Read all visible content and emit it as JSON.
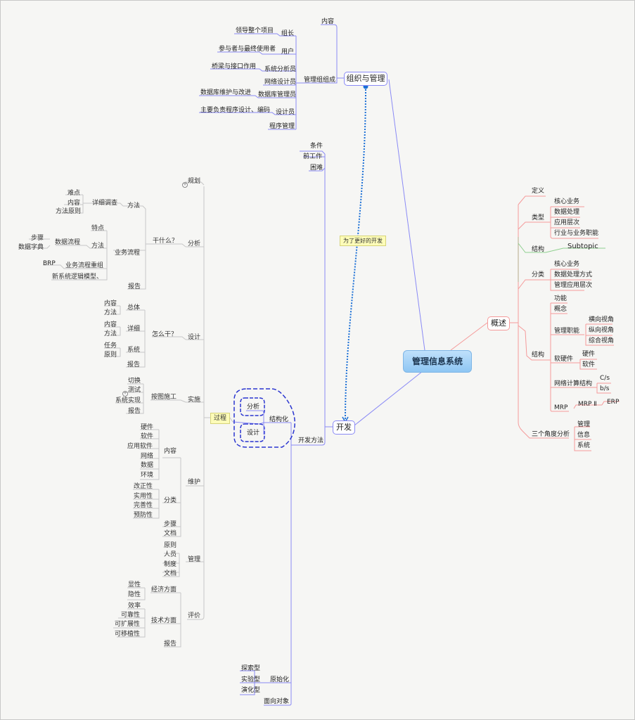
{
  "central": "管理信息系统",
  "org": {
    "label": "组织与管理",
    "content": "内容",
    "group": "管理组组成",
    "members": [
      {
        "role": "组长",
        "desc": "领导整个项目"
      },
      {
        "role": "用户",
        "desc": "参与者与最终使用者"
      },
      {
        "role": "系统分析员",
        "desc": "桥梁与接口作用"
      },
      {
        "role": "网络设计员",
        "desc": ""
      },
      {
        "role": "数据库管理员",
        "desc": "数据库维护与改进"
      },
      {
        "role": "设计员",
        "desc": "主要负责程序设计、编码"
      },
      {
        "role": "程序管理",
        "desc": ""
      }
    ]
  },
  "relationship_note": "为了更好的开发",
  "overview": {
    "label": "概述",
    "definition": "定义",
    "types": {
      "label": "类型",
      "items": [
        "核心业务",
        "数据处理",
        "应用层次",
        "行业与业务职能"
      ]
    },
    "structure1": {
      "label": "结构",
      "items": [
        "Subtopic"
      ]
    },
    "classification": {
      "label": "分类",
      "items": [
        "核心业务",
        "数据处理方式",
        "管理应用层次"
      ]
    },
    "structure2": {
      "label": "结构",
      "function": "功能",
      "concept": "概念",
      "mgmt": {
        "label": "管理职能",
        "items": [
          "横向视角",
          "纵向视角",
          "综合视角"
        ]
      },
      "hw": {
        "label": "软硬件",
        "items": [
          "硬件",
          "软件"
        ]
      },
      "net": {
        "label": "网络计算结构",
        "items": [
          "C/s",
          "b/s"
        ]
      },
      "mrp": {
        "label": "MRP",
        "mrp2": "MRP Ⅱ",
        "erp": "ERP"
      }
    },
    "three": {
      "label": "三个角度分析",
      "items": [
        "管理",
        "信息",
        "系统"
      ]
    }
  },
  "dev": {
    "label": "开发",
    "pre": {
      "label": "前工作",
      "cond": "条件",
      "diff": "困难"
    },
    "methods": {
      "label": "开发方法",
      "structured": {
        "label": "结构化",
        "boundary": [
          "分析",
          "设计"
        ]
      },
      "prototype": {
        "label": "原始化",
        "items": [
          "探索型",
          "实验型",
          "演化型"
        ]
      },
      "oo": "面向对象"
    },
    "process": {
      "label": "过程",
      "plan": "规划",
      "analysis": {
        "label": "分析",
        "what": "干什么？",
        "method": {
          "label": "方法",
          "survey": "详细调查",
          "items": [
            "难点",
            "内容",
            "方法原则"
          ]
        },
        "bp": {
          "label": "业务流程",
          "feature": "特点",
          "method": "方法",
          "dataflow": "数据流程",
          "df_items": [
            "步骤",
            "数据字典"
          ],
          "reorg": "业务流程重组",
          "brp": "BRP",
          "newmodel": "新系统逻辑模型、"
        },
        "report": "报告"
      },
      "design": {
        "label": "设计",
        "how": "怎么干？",
        "overall": {
          "label": "总体",
          "items": [
            "内容",
            "方法"
          ]
        },
        "detail": {
          "label": "详细",
          "items": [
            "内容",
            "方法"
          ]
        },
        "system": {
          "label": "系统",
          "items": [
            "任务",
            "原则"
          ]
        },
        "report": "报告"
      },
      "impl": {
        "label": "实施",
        "build": "按图施工",
        "items": [
          "切换",
          "测试",
          "系统实现",
          "报告"
        ]
      },
      "maint": {
        "label": "维护",
        "content": {
          "label": "内容",
          "items": [
            "硬件",
            "软件",
            "应用软件",
            "网络",
            "数据",
            "环境"
          ]
        },
        "types": {
          "label": "分类",
          "items": [
            "改正性",
            "实用性",
            "完善性",
            "预防性"
          ]
        },
        "steps": "步骤",
        "docs": "文档"
      },
      "mgmt": {
        "label": "管理",
        "items": [
          "原则",
          "人员",
          "制度",
          "文档"
        ]
      },
      "eval": {
        "label": "评价",
        "econ": {
          "label": "经济方面",
          "items": [
            "显性",
            "隐性"
          ]
        },
        "tech": {
          "label": "技术方面",
          "items": [
            "效率",
            "可靠性",
            "可扩展性",
            "可移植性"
          ]
        },
        "report": "报告"
      }
    }
  },
  "colors": {
    "blue_line": "#7b7bf0",
    "red_line": "#f08a8a",
    "green_line": "#8fd08f",
    "gray_line": "#c8c8c8",
    "relation": "#1a6fd6"
  }
}
